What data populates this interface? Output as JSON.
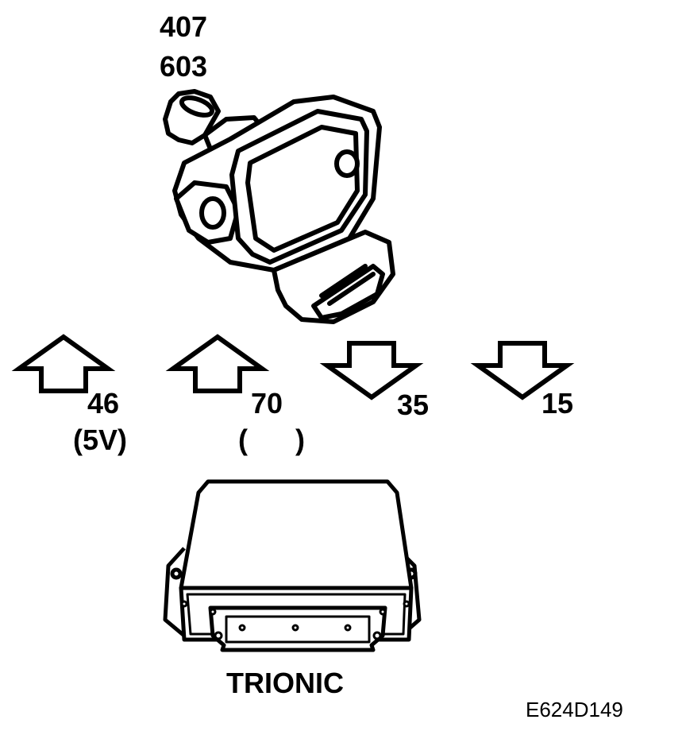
{
  "component": {
    "numbers": [
      "407",
      "603"
    ]
  },
  "pins": [
    {
      "number": "46",
      "sub": "(5V)",
      "direction": "up"
    },
    {
      "number": "70",
      "sub": "(      )",
      "direction": "up"
    },
    {
      "number": "35",
      "sub": "",
      "direction": "down"
    },
    {
      "number": "15",
      "sub": "",
      "direction": "down"
    }
  ],
  "ecu": {
    "label": "TRIONIC"
  },
  "figure_code": "E624D149"
}
